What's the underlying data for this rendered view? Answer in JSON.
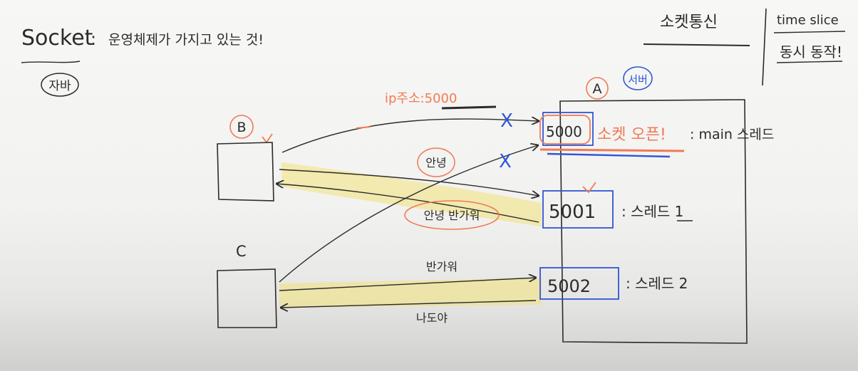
{
  "colors": {
    "ink": "#2b2b2b",
    "red": "#f07a55",
    "blue": "#2f56d6",
    "highlight": "#f3e27a"
  },
  "title": {
    "word": "Socket",
    "colon": ":",
    "desc": "운영체제가 가지고 있는 것!",
    "note": "자바"
  },
  "topright": {
    "label": "소켓통신",
    "time_slice": "time slice",
    "simultaneous": "동시 동작!"
  },
  "server": {
    "label": "A",
    "tag": "서버",
    "ports": {
      "p5000": "5000",
      "p5001": "5001",
      "p5002": "5002"
    },
    "socket_open": "소켓 오픈!",
    "main_thread": ": main 스레드",
    "thread1": ": 스레드 1",
    "thread2": ": 스레드 2"
  },
  "clients": {
    "b": "B",
    "c": "C"
  },
  "labels": {
    "ip_port": "ip주소:5000",
    "hello": "안녕",
    "hello_reply": "안녕 반가워",
    "nice": "반가워",
    "me_too": "나도야",
    "cross": "X"
  }
}
